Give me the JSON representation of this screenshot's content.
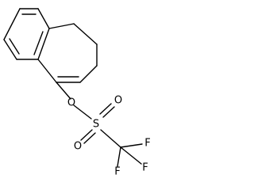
{
  "molecule": {
    "atoms": {
      "oxygen_ester": "O",
      "sulfur": "S",
      "oxygen_upper": "O",
      "oxygen_lower": "O",
      "fluorine_right": "F",
      "fluorine_lower_left": "F",
      "fluorine_lower_right": "F"
    }
  }
}
